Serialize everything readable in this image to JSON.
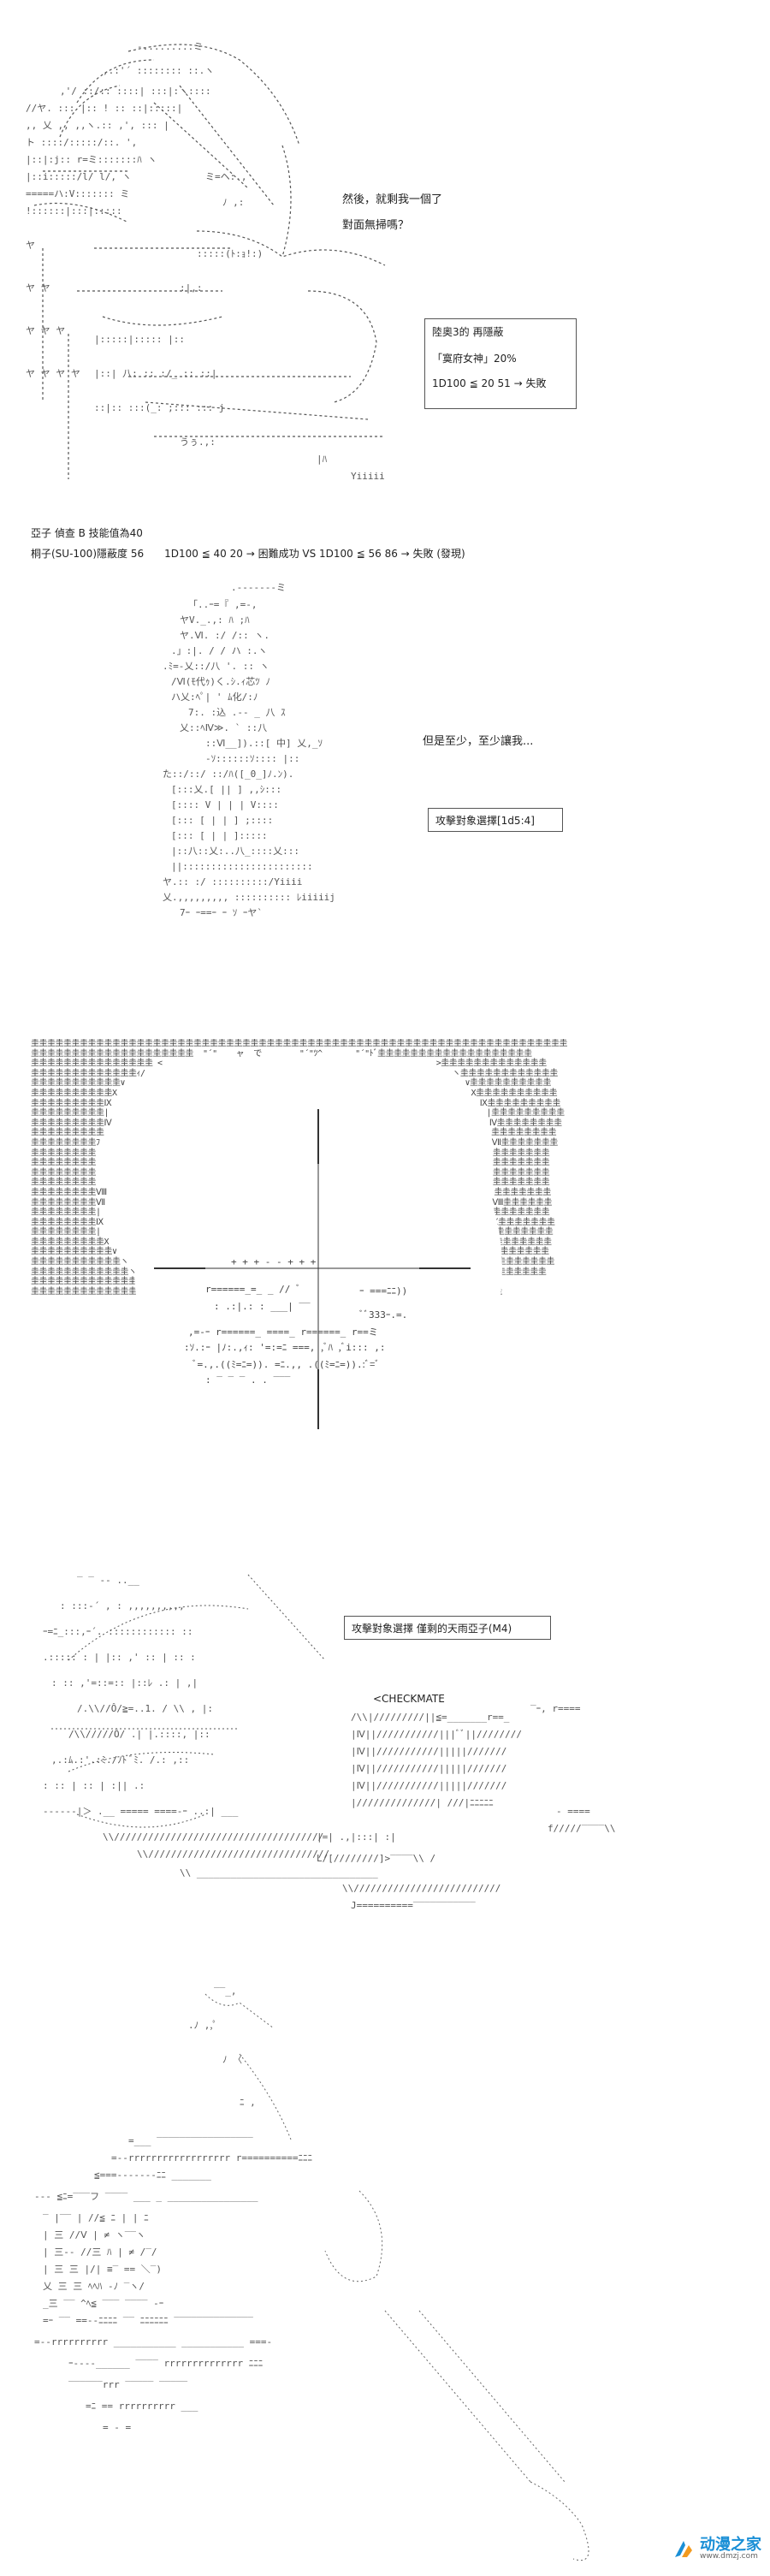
{
  "panel1": {
    "dialogue": [
      "然後，就剩我一個了",
      "對面無掃嗎？"
    ],
    "roll_box": {
      "title": "陸奧3的 再隱蔽",
      "skill": "「寞府女神」20%",
      "roll": "1D100 ≦ 20  51 → 失敗"
    },
    "notes": [
      "亞子 偵查 B 技能值為40",
      "桐子(SU-100)隱蔽度 56　　1D100 ≦ 40  20 → 困難成功 VS 1D100 ≦ 56  86 → 失敗 (發現)"
    ]
  },
  "panel2": {
    "dialogue": "但是至少，至少讓我...",
    "roll_box": "攻擊對象選擇[1d5:4]"
  },
  "panel4": {
    "roll_box": "攻擊對象選擇 僅剩的天雨亞子(M4)",
    "sfx": "<CHECKMATE"
  },
  "watermark": {
    "name": "动漫之家",
    "url": "www.dmzj.com"
  }
}
